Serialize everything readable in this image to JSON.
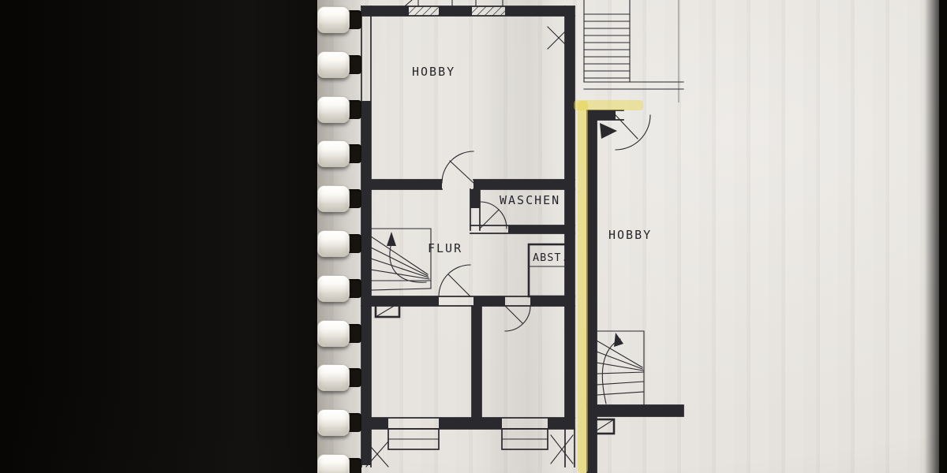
{
  "scene": {
    "background_color": "#0e0c09",
    "paper_color": "#e8e5e0",
    "ink_color": "#2a292e",
    "highlight_color": "#e8d33e"
  },
  "floorplan": {
    "rooms": {
      "hobby_left": "HOBBY",
      "waschen": "WASCHEN",
      "flur": "FLUR",
      "abst": "ABST.",
      "hobby_right": "HOBBY"
    }
  },
  "binding": {
    "ring_count": 11
  }
}
